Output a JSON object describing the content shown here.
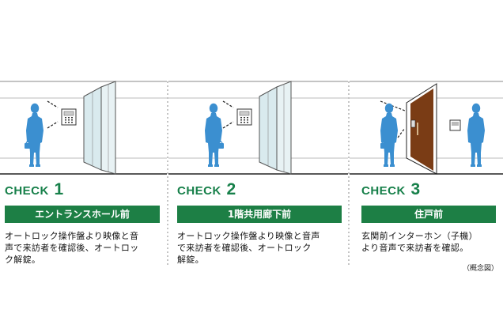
{
  "colors": {
    "accent": "#1d7f45",
    "title": "#17804a",
    "figure": "#3b8fd0",
    "door": "#7a3c15"
  },
  "panels": [
    {
      "check_word": "CHECK",
      "number": "1",
      "location": "エントランスホール前",
      "description": "オートロック操作盤より映像と音\n声で来訪者を確認後、オートロッ\nク解錠。"
    },
    {
      "check_word": "CHECK",
      "number": "2",
      "location": "1階共用廊下前",
      "description": "オートロック操作盤より映像と音声\nで来訪者を確認後、オートロック\n解錠。"
    },
    {
      "check_word": "CHECK",
      "number": "3",
      "location": "住戸前",
      "description": "玄関前インターホン（子機）\nより音声で来訪者を確認。"
    }
  ],
  "note": "（概念図）"
}
